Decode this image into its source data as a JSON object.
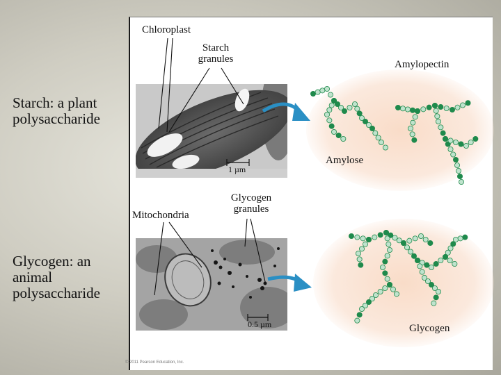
{
  "labels": {
    "chloroplast": "Chloroplast",
    "starch_granules": "Starch granules",
    "amylopectin": "Amylopectin",
    "starch_caption": "Starch: a plant polysaccharide",
    "scale_1um": "1 µm",
    "amylose": "Amylose",
    "mitochondria": "Mitochondria",
    "glycogen_granules": "Glycogen granules",
    "glycogen_caption": "Glycogen: an animal polysaccharide",
    "scale_05um": "0.5 µm",
    "glycogen": "Glycogen",
    "credit": "© 2011 Pearson Education, Inc."
  },
  "colors": {
    "arrow": "#2a8fc4",
    "chain_dark": "#1f8a4c",
    "chain_light": "#bfe3cd",
    "glow": "#f9dcc8"
  }
}
